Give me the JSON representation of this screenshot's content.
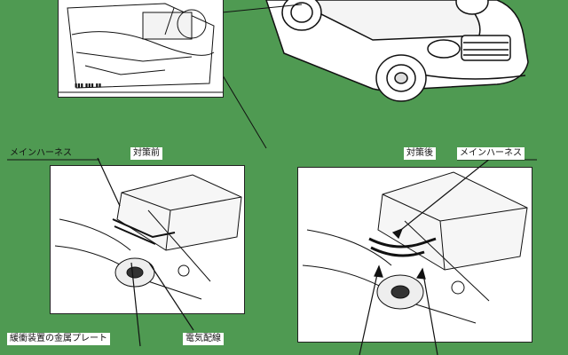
{
  "labels": {
    "main_harness_before": "メインハーネス",
    "before_countermeasure": "対策前",
    "after_countermeasure": "対策後",
    "main_harness_after": "メインハーネス",
    "metal_plate": "緩衝装置の金属プレート",
    "electrical_wiring": "電気配線"
  },
  "colors": {
    "background": "#4f9a52",
    "line": "#111111",
    "panel": "#ffffff"
  }
}
